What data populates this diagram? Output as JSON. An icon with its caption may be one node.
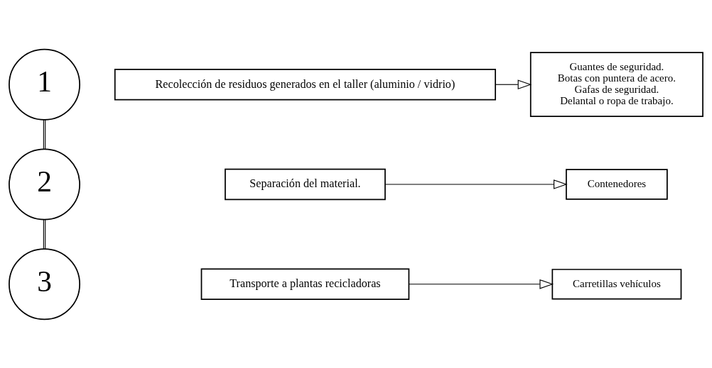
{
  "diagram": {
    "nodes": [
      {
        "text": [
          "1"
        ]
      },
      {
        "text": [
          "Recolección de residuos generados en el taller (aluminio / vidrio)"
        ]
      },
      {
        "text": [
          "Guantes de seguridad.",
          "Botas con puntera de acero.",
          "Gafas de seguridad.",
          "Delantal o ropa de trabajo."
        ]
      },
      {
        "text": [
          "2"
        ]
      },
      {
        "text": [
          "Separación del material."
        ]
      },
      {
        "text": [
          "Contenedores"
        ]
      },
      {
        "text": [
          "3"
        ]
      },
      {
        "text": [
          "Transporte a plantas recicladoras"
        ]
      },
      {
        "text": [
          "Carretillas vehículos"
        ]
      }
    ],
    "edges": [
      {
        "from": 0,
        "to": 3,
        "arrow": "none"
      },
      {
        "from": 3,
        "to": 6,
        "arrow": "none"
      },
      {
        "from": 1,
        "to": 2,
        "arrow": "to"
      },
      {
        "from": 4,
        "to": 5,
        "arrow": "to"
      },
      {
        "from": 7,
        "to": 8,
        "arrow": "to"
      }
    ]
  }
}
